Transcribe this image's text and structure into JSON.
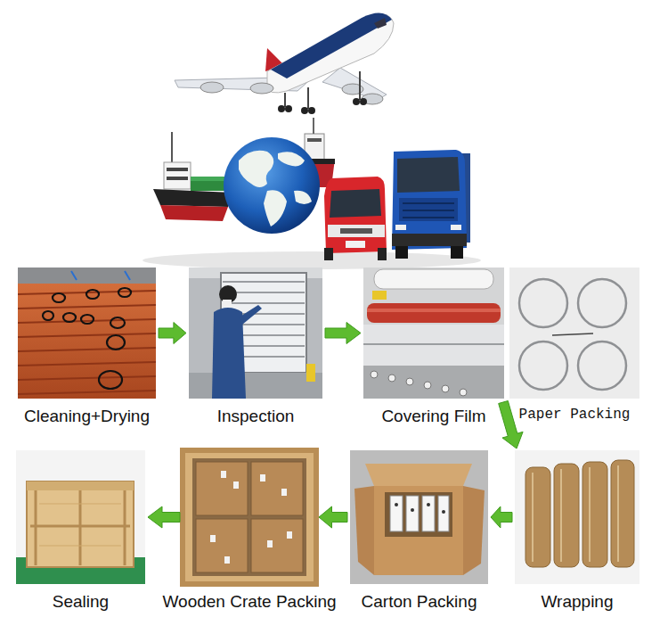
{
  "diagram": {
    "nodes": [
      {
        "text": [
          "Cleaning+Drying"
        ]
      },
      {
        "text": [
          "Inspection"
        ]
      },
      {
        "text": [
          "Covering Film"
        ]
      },
      {
        "text": [
          "Paper Packing"
        ]
      },
      {
        "text": [
          "Wrapping"
        ]
      },
      {
        "text": [
          "Carton Packing"
        ]
      },
      {
        "text": [
          "Wooden Crate Packing"
        ]
      },
      {
        "text": [
          "Sealing"
        ]
      }
    ],
    "edges": [
      {
        "from": 0,
        "to": 1,
        "arrow": "to"
      },
      {
        "from": 1,
        "to": 2,
        "arrow": "to"
      },
      {
        "from": 2,
        "to": 4,
        "arrow": "to"
      },
      {
        "from": 4,
        "to": 5,
        "arrow": "to"
      },
      {
        "from": 5,
        "to": 6,
        "arrow": "to"
      },
      {
        "from": 6,
        "to": 7,
        "arrow": "to"
      }
    ]
  }
}
